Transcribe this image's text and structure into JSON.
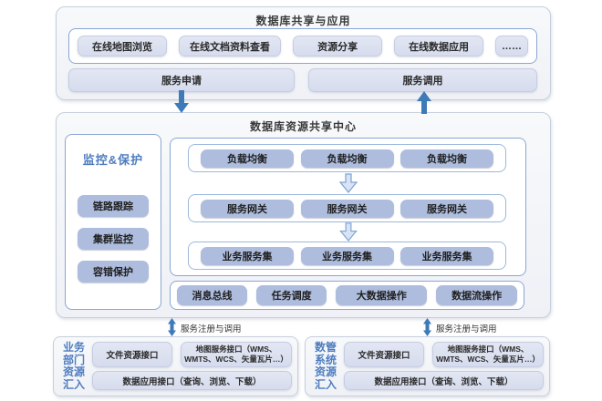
{
  "colors": {
    "accent_blue": "#4f7dbf",
    "arrow_blue": "#3e7ab8",
    "node_fill": "#aebdde",
    "light_node_fill": "#dbe1f1",
    "container_border": "#8aa6d2",
    "section_fill": "#f2f4f8"
  },
  "top_section": {
    "title": "数据库共享与应用",
    "apps": [
      "在线地图浏览",
      "在线文档资料查看",
      "资源分享",
      "在线数据应用",
      "……"
    ],
    "service_request": "服务申请",
    "service_invoke": "服务调用"
  },
  "center_section": {
    "title": "数据库资源共享中心",
    "sidebar": {
      "title": "监控&保护",
      "items": [
        "链路跟踪",
        "集群监控",
        "容错保护"
      ]
    },
    "tiers": [
      {
        "nodes": [
          "负载均衡",
          "负载均衡",
          "负载均衡"
        ]
      },
      {
        "nodes": [
          "服务网关",
          "服务网关",
          "服务网关"
        ]
      },
      {
        "nodes": [
          "业务服务集",
          "业务服务集",
          "业务服务集"
        ]
      }
    ],
    "bus_nodes": [
      "消息总线",
      "任务调度",
      "大数据操作",
      "数据流操作"
    ]
  },
  "connectors": {
    "register_label": "服务注册与调用"
  },
  "bottom_left": {
    "label_lines": [
      "业务",
      "部门",
      "资源",
      "汇入"
    ],
    "buttons": {
      "file": "文件资源接口",
      "map": "地图服务接口（WMS、WMTS、WCS、矢量瓦片…）",
      "data": "数据应用接口（查询、浏览、下载）"
    }
  },
  "bottom_right": {
    "label_lines": [
      "数管",
      "系统",
      "资源",
      "汇入"
    ],
    "buttons": {
      "file": "文件资源接口",
      "map": "地图服务接口（WMS、WMTS、WCS、矢量瓦片…）",
      "data": "数据应用接口（查询、浏览、下载）"
    }
  }
}
